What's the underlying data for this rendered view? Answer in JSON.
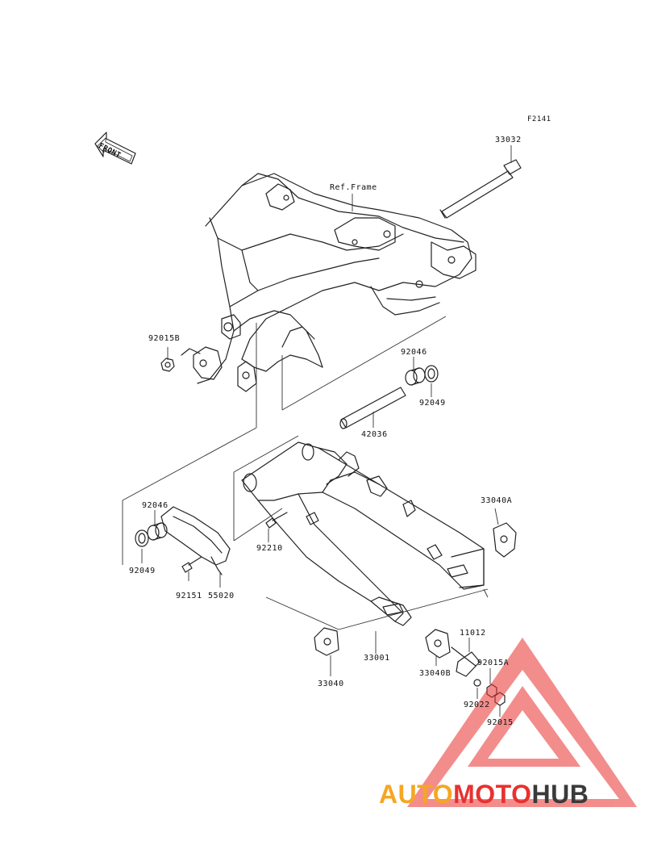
{
  "figure_code": "F2141",
  "front_badge": "FRONT",
  "ref_frame_label": "Ref.Frame",
  "parts": {
    "p33032": "33032",
    "p92015B": "92015B",
    "p92046_top": "92046",
    "p92049_top": "92049",
    "p42036": "42036",
    "p92046_left": "92046",
    "p92049_left": "92049",
    "p92210": "92210",
    "p92151": "92151",
    "p55020": "55020",
    "p33040A": "33040A",
    "p33001": "33001",
    "p33040": "33040",
    "p33040B": "33040B",
    "p11012": "11012",
    "p92015A": "92015A",
    "p92022": "92022",
    "p92015": "92015"
  },
  "watermark": {
    "part1": "AUTO",
    "part2": "MOTO",
    "part3": "HUB",
    "colors": {
      "auto": "#f5a623",
      "moto": "#e8312f",
      "hub": "#3a3a3a",
      "triangle": "#e8312f"
    }
  }
}
